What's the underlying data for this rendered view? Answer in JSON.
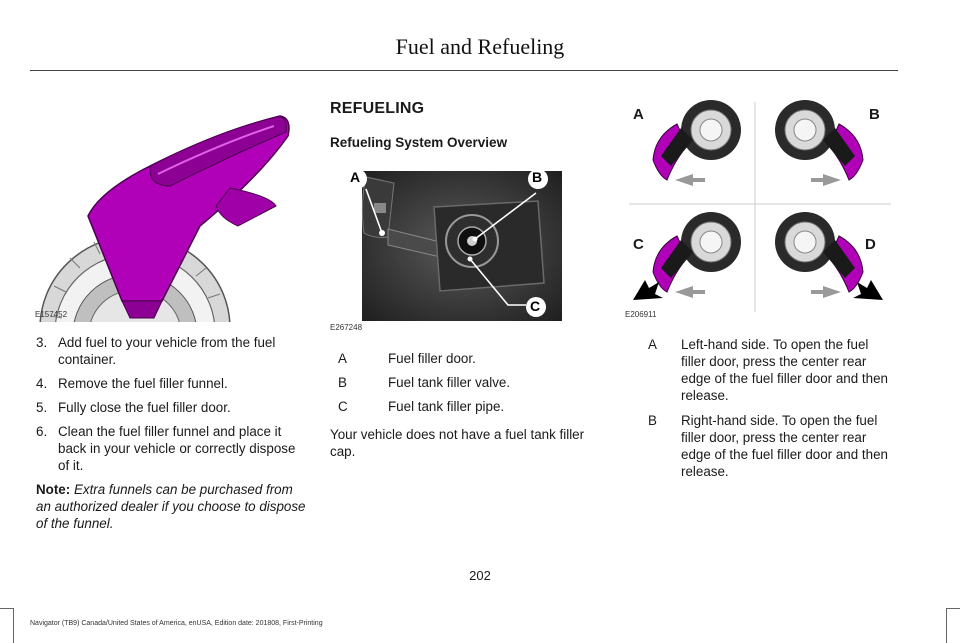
{
  "header": {
    "title": "Fuel and Refueling"
  },
  "left_column": {
    "figure_code": "E157452",
    "steps": [
      {
        "num": "3.",
        "text": "Add fuel to your vehicle from the fuel container."
      },
      {
        "num": "4.",
        "text": "Remove the fuel filler funnel."
      },
      {
        "num": "5.",
        "text": "Fully close the fuel filler door."
      },
      {
        "num": "6.",
        "text": "Clean the fuel filler funnel and place it back in your vehicle or correctly dispose of it."
      }
    ],
    "note": {
      "label": "Note:",
      "text": "Extra funnels can be purchased from an authorized dealer if you choose to dispose of the funnel."
    }
  },
  "middle_column": {
    "section_title": "REFUELING",
    "subsection_title": "Refueling System Overview",
    "figure_code": "E267248",
    "figure_labels": {
      "a": "A",
      "b": "B",
      "c": "C"
    },
    "legend": [
      {
        "key": "A",
        "text": "Fuel filler door."
      },
      {
        "key": "B",
        "text": "Fuel tank filler valve."
      },
      {
        "key": "C",
        "text": "Fuel tank filler pipe."
      }
    ],
    "paragraph": "Your vehicle does not have a fuel tank filler cap."
  },
  "right_column": {
    "figure_code": "E206911",
    "figure_labels": {
      "a": "A",
      "b": "B",
      "c": "C",
      "d": "D"
    },
    "legend": [
      {
        "key": "A",
        "text": "Left-hand side. To open the fuel filler door, press the center rear edge of the fuel filler door and then release."
      },
      {
        "key": "B",
        "text": "Right-hand side. To open the fuel filler door, press the center rear edge of the fuel filler door and then release."
      }
    ]
  },
  "footer": {
    "page_number": "202",
    "text": "Navigator (TB9) Canada/United States of America, enUSA, Edition date: 201808, First-Printing"
  },
  "colors": {
    "accent_magenta": "#b000b8",
    "dark": "#1a1a1a",
    "rule": "#444444"
  }
}
